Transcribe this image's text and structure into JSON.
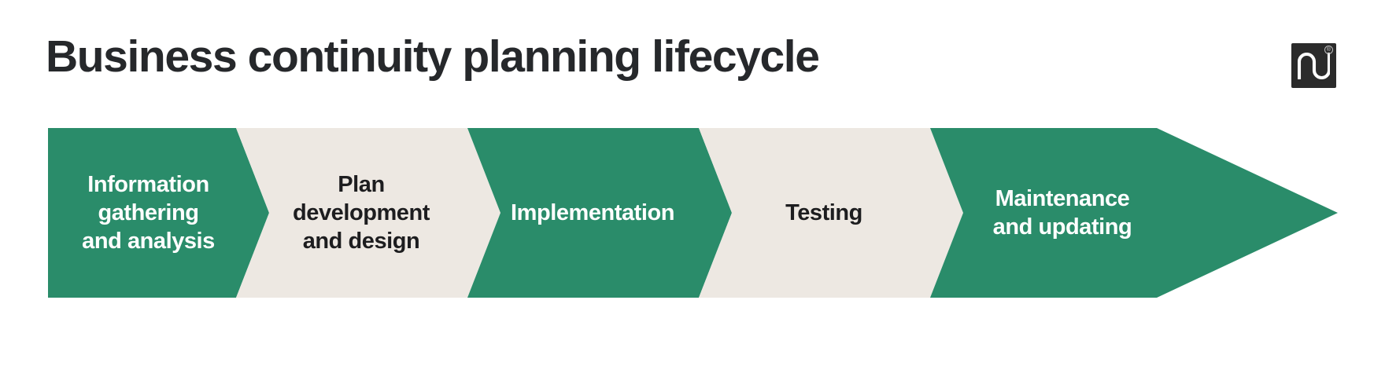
{
  "header": {
    "title": "Business continuity planning lifecycle",
    "title_color": "#26282b"
  },
  "logo": {
    "name": "pandadoc-logo",
    "wordmark": "pd",
    "registered_symbol": "®",
    "background_color": "#2b2b2b",
    "mark_color": "#ffffff"
  },
  "colors": {
    "green": "#2a8c6a",
    "beige": "#ede8e2",
    "page_background": "#ffffff",
    "text_on_green": "#ffffff",
    "text_on_beige": "#1d1d1f"
  },
  "chart_data": {
    "type": "process-flow",
    "title": "Business continuity planning lifecycle",
    "orientation": "horizontal",
    "shape": "chevron",
    "stage_count": 5,
    "stages": [
      {
        "index": 1,
        "label": "Information\ngathering\nand analysis",
        "fill": "green",
        "text_color": "#ffffff"
      },
      {
        "index": 2,
        "label": "Plan\ndevelopment\nand design",
        "fill": "beige",
        "text_color": "#1d1d1f"
      },
      {
        "index": 3,
        "label": "Implementation",
        "fill": "green",
        "text_color": "#ffffff"
      },
      {
        "index": 4,
        "label": "Testing",
        "fill": "beige",
        "text_color": "#1d1d1f"
      },
      {
        "index": 5,
        "label": "Maintenance\nand updating",
        "fill": "green",
        "text_color": "#ffffff"
      }
    ]
  }
}
